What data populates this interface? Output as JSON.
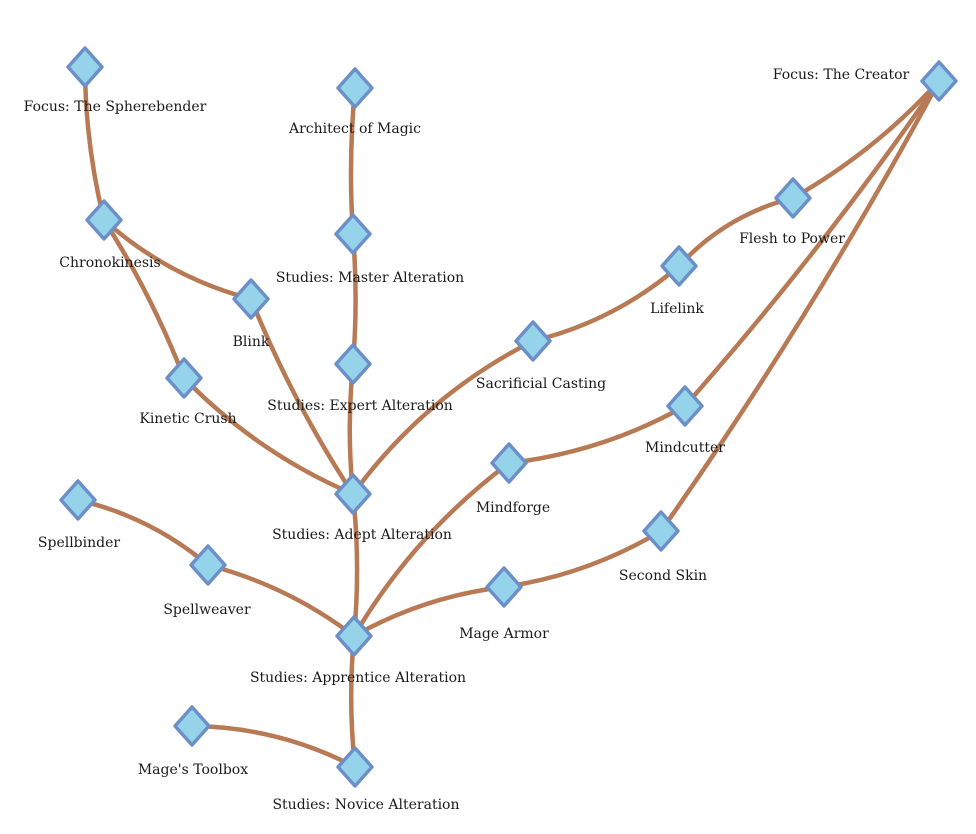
{
  "nodes": [
    {
      "id": "focus-spherebender",
      "label": "Focus: The Spherebender"
    },
    {
      "id": "chronokinesis",
      "label": "Chronokinesis"
    },
    {
      "id": "blink",
      "label": "Blink"
    },
    {
      "id": "kinetic-crush",
      "label": "Kinetic Crush"
    },
    {
      "id": "architect-of-magic",
      "label": "Architect of Magic"
    },
    {
      "id": "studies-master",
      "label": "Studies: Master Alteration"
    },
    {
      "id": "studies-expert",
      "label": "Studies: Expert Alteration"
    },
    {
      "id": "studies-adept",
      "label": "Studies: Adept Alteration"
    },
    {
      "id": "studies-apprentice",
      "label": "Studies: Apprentice Alteration"
    },
    {
      "id": "studies-novice",
      "label": "Studies: Novice Alteration"
    },
    {
      "id": "spellbinder",
      "label": "Spellbinder"
    },
    {
      "id": "spellweaver",
      "label": "Spellweaver"
    },
    {
      "id": "mages-toolbox",
      "label": "Mage's Toolbox"
    },
    {
      "id": "sacrificial-casting",
      "label": "Sacrificial Casting"
    },
    {
      "id": "lifelink",
      "label": "Lifelink"
    },
    {
      "id": "flesh-to-power",
      "label": "Flesh to Power"
    },
    {
      "id": "focus-creator",
      "label": "Focus: The Creator"
    },
    {
      "id": "mindforge",
      "label": "Mindforge"
    },
    {
      "id": "mindcutter",
      "label": "Mindcutter"
    },
    {
      "id": "mage-armor",
      "label": "Mage Armor"
    },
    {
      "id": "second-skin",
      "label": "Second Skin"
    }
  ],
  "links": [
    [
      "focus-spherebender",
      "chronokinesis"
    ],
    [
      "chronokinesis",
      "blink"
    ],
    [
      "chronokinesis",
      "kinetic-crush"
    ],
    [
      "blink",
      "studies-adept"
    ],
    [
      "kinetic-crush",
      "studies-adept"
    ],
    [
      "architect-of-magic",
      "studies-master"
    ],
    [
      "studies-master",
      "studies-expert"
    ],
    [
      "studies-expert",
      "studies-adept"
    ],
    [
      "studies-adept",
      "sacrificial-casting"
    ],
    [
      "sacrificial-casting",
      "lifelink"
    ],
    [
      "lifelink",
      "flesh-to-power"
    ],
    [
      "flesh-to-power",
      "focus-creator"
    ],
    [
      "studies-adept",
      "studies-apprentice"
    ],
    [
      "studies-apprentice",
      "mindforge"
    ],
    [
      "mindforge",
      "mindcutter"
    ],
    [
      "mindcutter",
      "focus-creator"
    ],
    [
      "studies-apprentice",
      "mage-armor"
    ],
    [
      "mage-armor",
      "second-skin"
    ],
    [
      "second-skin",
      "focus-creator"
    ],
    [
      "spellbinder",
      "spellweaver"
    ],
    [
      "spellweaver",
      "studies-apprentice"
    ],
    [
      "studies-apprentice",
      "studies-novice"
    ],
    [
      "mages-toolbox",
      "studies-novice"
    ]
  ]
}
